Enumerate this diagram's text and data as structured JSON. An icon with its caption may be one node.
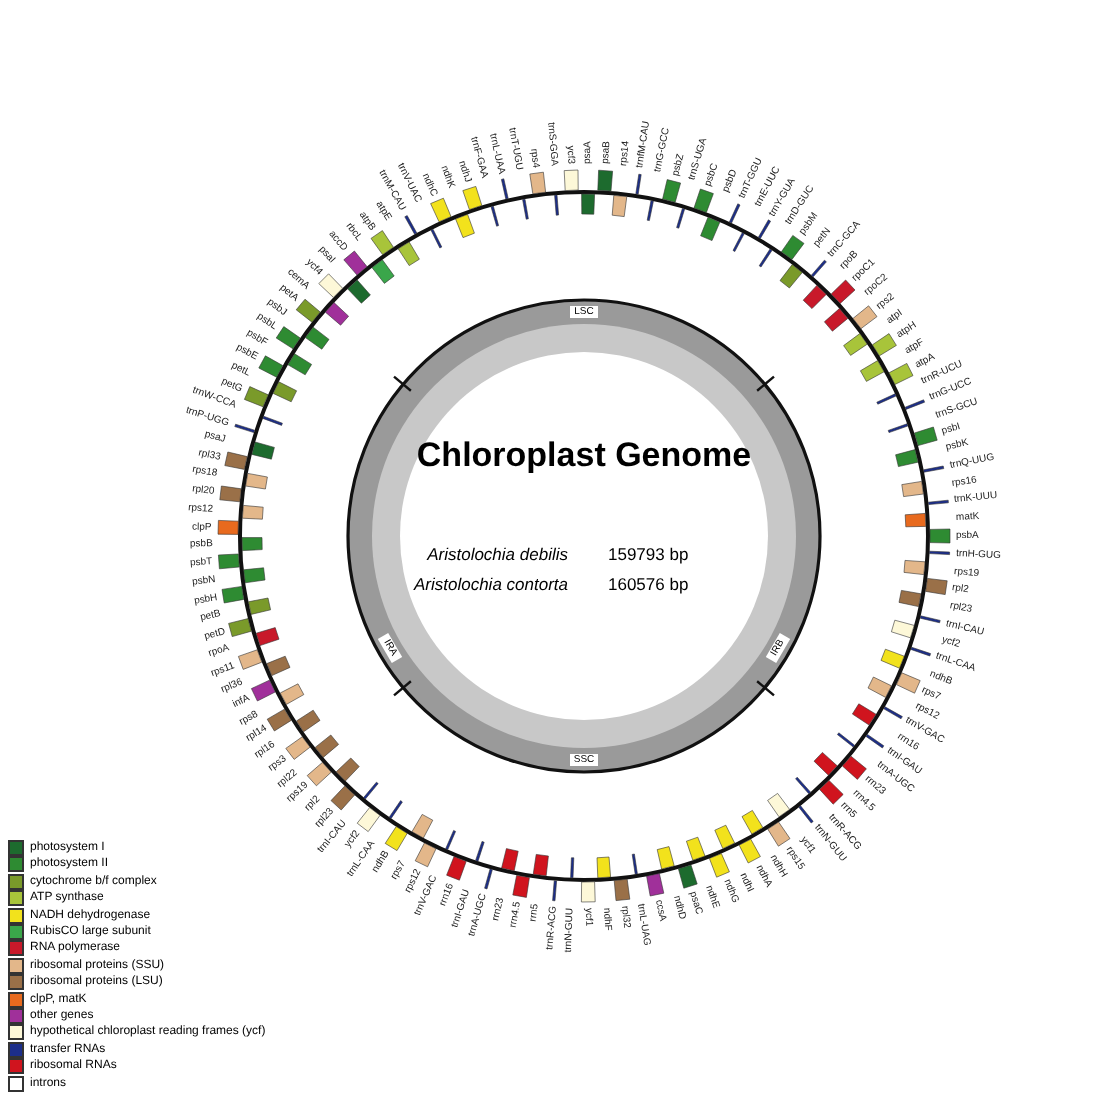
{
  "diagram": {
    "title": "Chloroplast Genome",
    "labels": [
      "Aristolochia debilis",
      "159793 bp",
      "Aristolochia contorta",
      "160576 bp",
      "LSC",
      "IRB",
      "SSC",
      "IRA",
      "trnH-GUG",
      "rps19",
      "rpl2",
      "rpl23",
      "trnI-CAU",
      "ycf2",
      "trnL-CAA",
      "ndhB",
      "rps7",
      "rps12",
      "trnV-GAC",
      "rrn16",
      "trnI-GAU",
      "trnA-UGC",
      "rrn23",
      "rrn4.5",
      "rrn5",
      "trnR-ACG",
      "trnN-GUU",
      "ycf1",
      "rps15",
      "ndhH",
      "ndhA",
      "ndhI",
      "ndhG",
      "ndhE",
      "psaC",
      "ndhD",
      "ccsA",
      "trnL-UAG",
      "rpl32",
      "ndhF",
      "ycf1",
      "trnN-GUU",
      "trnR-ACG",
      "rrn5",
      "rrn4.5",
      "rrn23",
      "trnA-UGC",
      "trnI-GAU",
      "rrn16",
      "trnV-GAC",
      "rps12",
      "rps7",
      "ndhB",
      "trnL-CAA",
      "ycf2",
      "trnI-CAU",
      "rpl23",
      "rpl2",
      "rps19",
      "rpl22",
      "rps3",
      "rpl16",
      "rpl14",
      "rps8",
      "infA",
      "rpl36",
      "rps11",
      "rpoA",
      "petD",
      "petB",
      "psbH",
      "psbN",
      "psbT",
      "psbB",
      "clpP",
      "rps12",
      "rpl20",
      "rps18",
      "rpl33",
      "psaJ",
      "trnP-UGG",
      "trnW-CCA",
      "petG",
      "petL",
      "psbE",
      "psbF",
      "psbL",
      "psbJ",
      "petA",
      "cemA",
      "ycf4",
      "psaI",
      "accD",
      "rbcL",
      "atpB",
      "atpE",
      "trnM-CAU",
      "trnV-UAC",
      "ndhC",
      "ndhK",
      "ndhJ",
      "trnF-GAA",
      "trnL-UAA",
      "trnT-UGU",
      "rps4",
      "trnS-GGA",
      "ycf3",
      "psaA",
      "psaB",
      "rps14",
      "trnfM-CAU",
      "trnG-GCC",
      "psbZ",
      "trnS-UGA",
      "psbC",
      "psbD",
      "trnT-GGU",
      "trnE-UUC",
      "trnY-GUA",
      "trnD-GUC",
      "psbM",
      "petN",
      "trnC-GCA",
      "rpoB",
      "rpoC1",
      "rpoC2",
      "rps2",
      "atpI",
      "atpH",
      "atpF",
      "atpA",
      "trnR-UCU",
      "trnG-UCC",
      "trnS-GCU",
      "psbI",
      "psbK",
      "trnQ-UUG",
      "rps16",
      "trnK-UUU",
      "matK",
      "psbA"
    ],
    "legend": [
      {
        "text": "photosystem I",
        "color": "#1d6b2e"
      },
      {
        "text": "photosystem II",
        "color": "#2e8b32"
      },
      {
        "text": "cytochrome b/f complex",
        "color": "#7a9a2a"
      },
      {
        "text": "ATP synthase",
        "color": "#a8c43a"
      },
      {
        "text": "NADH dehydrogenase",
        "color": "#f2e21c"
      },
      {
        "text": "RubisCO large subunit",
        "color": "#3aa64a"
      },
      {
        "text": "RNA polymerase",
        "color": "#c8192a"
      },
      {
        "text": "ribosomal proteins (SSU)",
        "color": "#e3b78a"
      },
      {
        "text": "ribosomal proteins (LSU)",
        "color": "#9a7048"
      },
      {
        "text": "clpP, matK",
        "color": "#e86a1e"
      },
      {
        "text": "other genes",
        "color": "#a0309a"
      },
      {
        "text": "hypothetical chloroplast reading frames (ycf)",
        "color": "#fdf8d8"
      },
      {
        "text": "transfer RNAs",
        "color": "#1c2e8a"
      },
      {
        "text": "ribosomal RNAs",
        "color": "#d0141e"
      },
      {
        "text": "introns",
        "color": "#ffffff"
      }
    ]
  }
}
